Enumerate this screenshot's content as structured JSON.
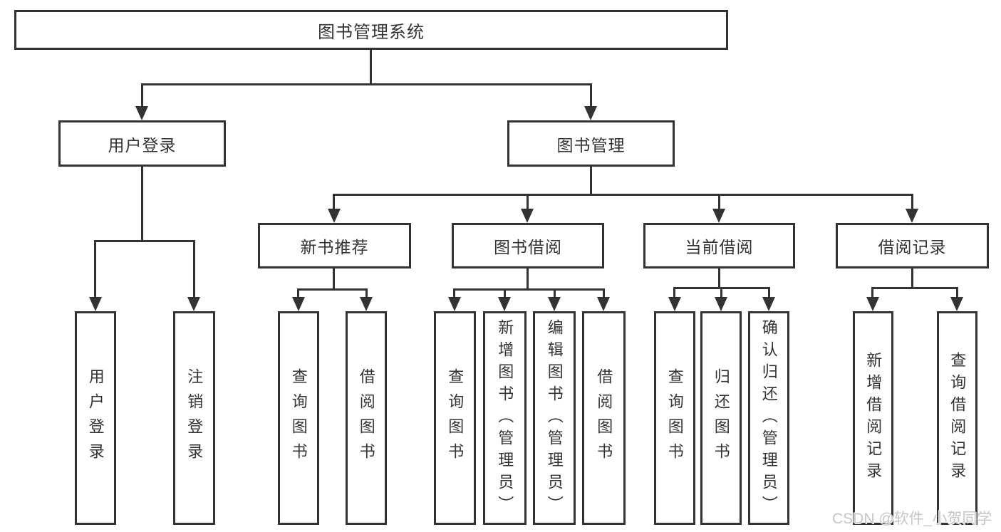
{
  "tree": {
    "root": "图书管理系统",
    "level2": [
      "用户登录",
      "图书管理"
    ],
    "level3": [
      "新书推荐",
      "图书借阅",
      "当前借阅",
      "借阅记录"
    ],
    "leaves": {
      "user_login": [
        "用户登录",
        "注销登录"
      ],
      "new_books": [
        "查询图书",
        "借阅图书"
      ],
      "book_borrow": [
        "查询图书",
        "新增图书（管理员）",
        "编辑图书（管理员）",
        "借阅图书"
      ],
      "current_borrow": [
        "查询图书",
        "归还图书",
        "确认归还（管理员）"
      ],
      "borrow_records": [
        "新增借阅记录",
        "查询借阅记录"
      ]
    }
  },
  "watermark": "CSDN @软件_小贺同学",
  "colors": {
    "line": "#333333",
    "box_border": "#333333",
    "box_bg": "#ffffff",
    "text": "#333333",
    "watermark": "#c6c6c6"
  }
}
